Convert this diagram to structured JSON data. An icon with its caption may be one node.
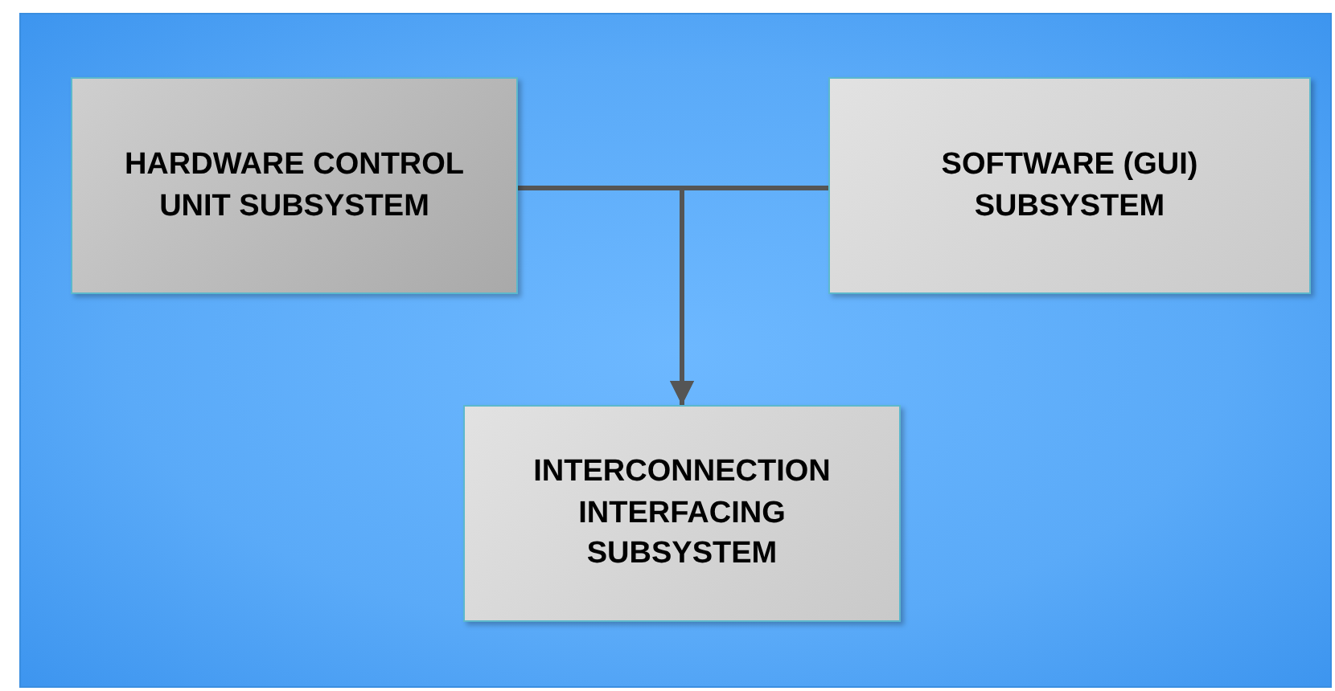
{
  "diagram": {
    "nodes": [
      {
        "text": [
          "HARDWARE CONTROL UNIT SUBSYSTEM"
        ]
      },
      {
        "text": [
          "SOFTWARE (GUI) SUBSYSTEM"
        ]
      },
      {
        "text": [
          "INTERCONNECTION INTERFACING SUBSYSTEM"
        ]
      }
    ],
    "edges": [
      {
        "from": 0,
        "to": 2,
        "arrow": "to"
      },
      {
        "from": 1,
        "to": 2,
        "arrow": "to"
      }
    ]
  }
}
